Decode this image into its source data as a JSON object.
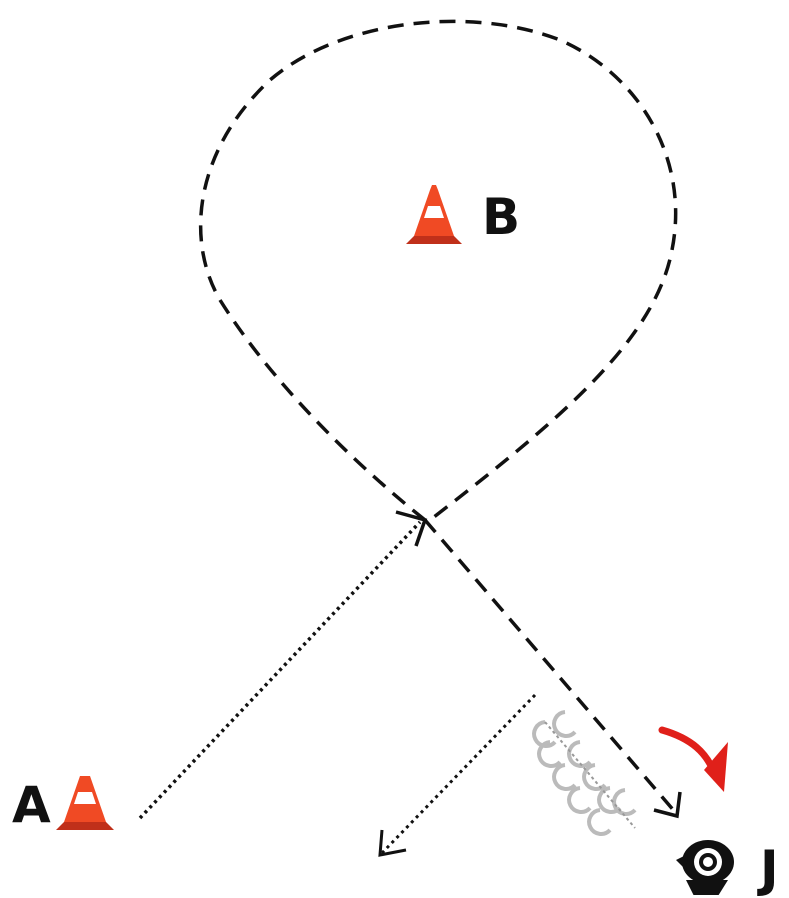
{
  "labels": {
    "a": "A",
    "b": "B",
    "j": "J"
  },
  "colors": {
    "path": "#111111",
    "cone_orange": "#f04a24",
    "cone_dark": "#c0301a",
    "cone_stripe": "#ffffff",
    "arrow_red": "#e0201a"
  },
  "icons": [
    "traffic-cone-icon",
    "traffic-cone-icon",
    "tire-marks-icon",
    "red-curved-arrow-icon",
    "player-marker-icon"
  ]
}
